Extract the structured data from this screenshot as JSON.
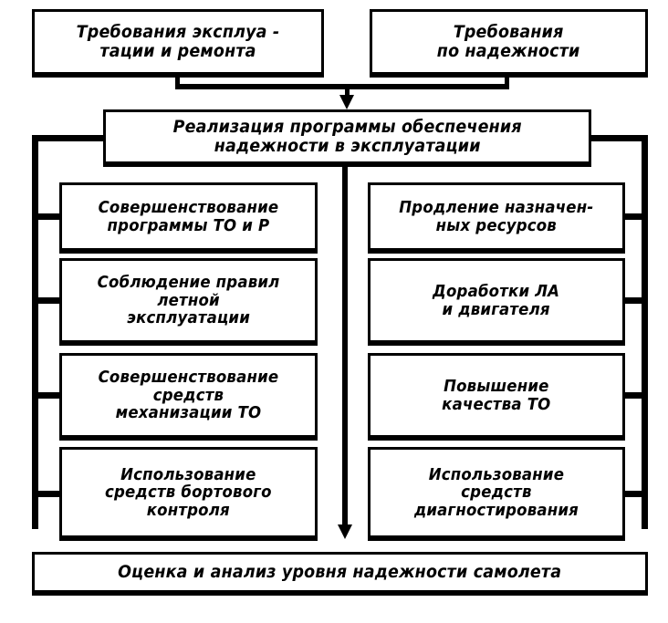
{
  "diagram": {
    "title": "Реализация программы обеспечения надежности в эксплуатации",
    "language": "ru",
    "orientation": "top-down",
    "top_inputs": [
      {
        "id": "requirements-operation-repair",
        "label": "Требования эксплуа -\nтации и ремонта"
      },
      {
        "id": "requirements-reliability",
        "label": "Требования\nпо надежности"
      }
    ],
    "header": {
      "id": "program-implementation",
      "label": "Реализация программы обеспечения\nнадежности в эксплуатации"
    },
    "left_column": [
      {
        "id": "improve-mro-program",
        "label": "Совершенствование\nпрограммы ТО и Р"
      },
      {
        "id": "flight-rules-compliance",
        "label": "Соблюдение правил\nлетной\nэксплуатации"
      },
      {
        "id": "improve-mechanization",
        "label": "Совершенствование\nсредств\nмеханизации ТО"
      },
      {
        "id": "onboard-monitoring",
        "label": "Использование\nсредств бортового\nконтроля"
      }
    ],
    "right_column": [
      {
        "id": "extend-assigned-resources",
        "label": "Продление назначен-\nных ресурсов"
      },
      {
        "id": "aircraft-engine-upgrades",
        "label": "Доработки ЛА\nи двигателя"
      },
      {
        "id": "improve-mro-quality",
        "label": "Повышение\nкачества ТО"
      },
      {
        "id": "diagnostic-tools",
        "label": "Использование\nсредств\nдиагностирования"
      }
    ],
    "bottom": {
      "id": "assessment-analysis",
      "label": "Оценка и анализ уровня надежности самолета"
    },
    "colors": {
      "ink": "#000000",
      "paper": "#ffffff"
    }
  }
}
